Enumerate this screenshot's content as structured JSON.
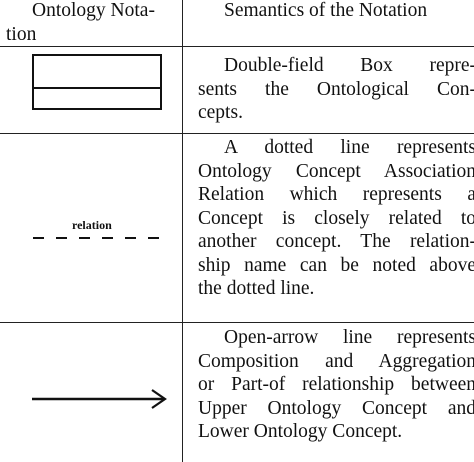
{
  "header": {
    "notation_line1": "Ontology Nota-",
    "notation_line2": "tion",
    "semantics": "Semantics of the Notation"
  },
  "rows": [
    {
      "notation": "double-field-box",
      "semantics_lines": [
        "Double-field Box repre-",
        "sents the Ontological Con-",
        "cepts."
      ]
    },
    {
      "notation": "dotted-line",
      "notation_label": "relation",
      "semantics_lines": [
        "A dotted line represents",
        "Ontology Concept Association",
        "Relation which represents a",
        "Concept is closely related to",
        "another concept. The relation-",
        "ship name can be noted above",
        "the dotted line."
      ]
    },
    {
      "notation": "open-arrow-line",
      "semantics_lines": [
        "Open-arrow line represents",
        "Composition and Aggregation",
        "or Part-of relationship between",
        "Upper Ontology Concept and",
        "Lower Ontology Concept."
      ]
    }
  ]
}
